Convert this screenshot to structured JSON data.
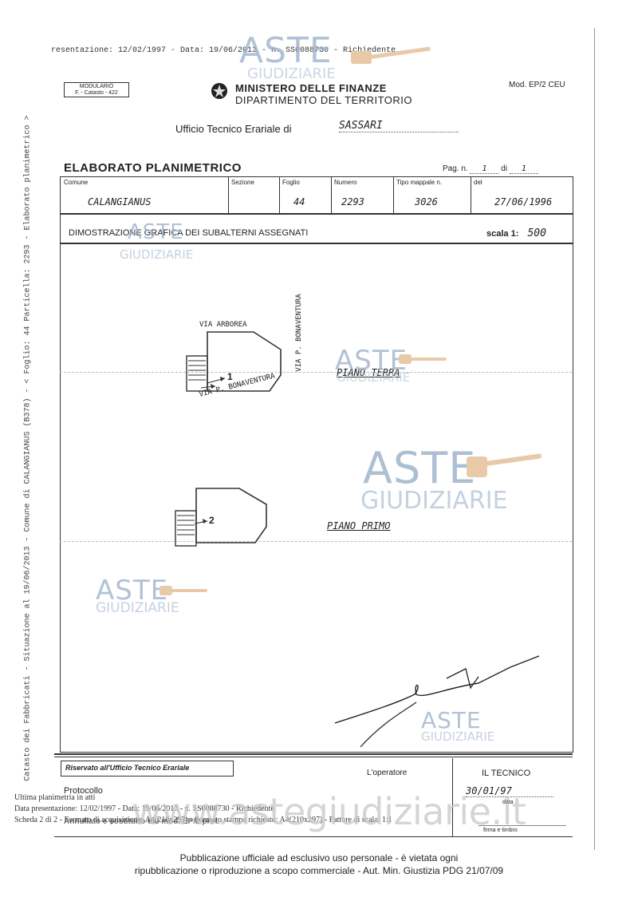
{
  "header": {
    "top_line": "resentazione: 12/02/1997 - Data: 19/06/2013 - n. SS0088730 - Richiedente",
    "modulario_label": "MODULARIO",
    "modulario_sub": "F. - Catasto - 422",
    "ministry_line1": "MINISTERO DELLE FINANZE",
    "ministry_line2": "DIPARTIMENTO DEL TERRITORIO",
    "mod_code": "Mod. EP/2 CEU",
    "office_label": "Ufficio Tecnico Erariale di",
    "office_value": "SASSARI"
  },
  "doc": {
    "title": "ELABORATO PLANIMETRICO",
    "pag_label": "Pag. n.",
    "pag_value": "1",
    "di_label": "di",
    "di_value": "1",
    "columns": [
      "Comune",
      "Sezione",
      "Foglio",
      "Numero",
      "Tipo mappale n.",
      "del"
    ],
    "values": [
      "CALANGIANUS",
      "",
      "44",
      "2293",
      "3026",
      "27/06/1996"
    ],
    "section_title": "DIMOSTRAZIONE GRAFICA DEI SUBALTERNI ASSEGNATI",
    "scale_label": "scala 1:",
    "scale_value": "500"
  },
  "plan": {
    "street_top": "VIA ARBOREA",
    "street_side": "VIA P. BONAVENTURA",
    "street_bottom": "VIA P. BONAVENTURA",
    "sub1": "1",
    "sub2": "2",
    "floor1": "PIANO TERRA",
    "floor2": "PIANO PRIMO"
  },
  "footer": {
    "reserved": "Riservato all'Ufficio Tecnico Erariale",
    "operatore": "L'operatore",
    "tecnico": "IL TECNICO",
    "protocollo": "Protocollo",
    "tec_date": "30/01/97",
    "data_label": "data",
    "firma_label": "firma e timbro",
    "ultima": "Ultima planimetria in atti",
    "data_pres": "Data presentazione: 12/02/1997 - Data: 19/06/2013 - n. SS0088730 - Richiedente",
    "scheda": "Scheda 2 di 2 - Formato di acquisizione: A4(210x297) - Formato stampa richiesto: A4(210x297) - Fattore di scala: 1:1",
    "annullato": "Annullato e sostituito dal mod. EP/2 prot."
  },
  "side_text": "Catasto dei Fabbricati - Situazione al 19/06/2013 - Comune di CALANGIANUS (B378) - < Foglio: 44 Particella: 2293 - Elaborato planimetrico >",
  "watermark": {
    "aste": "ASTE",
    "giudiziarie": "GIUDIZIARIE",
    "url": "www.astegiudiziarie.it"
  },
  "notice": {
    "line1": "Pubblicazione ufficiale ad esclusivo uso personale - è vietata ogni",
    "line2": "ripubblicazione o riproduzione a scopo commerciale - Aut. Min. Giustizia PDG 21/07/09"
  }
}
